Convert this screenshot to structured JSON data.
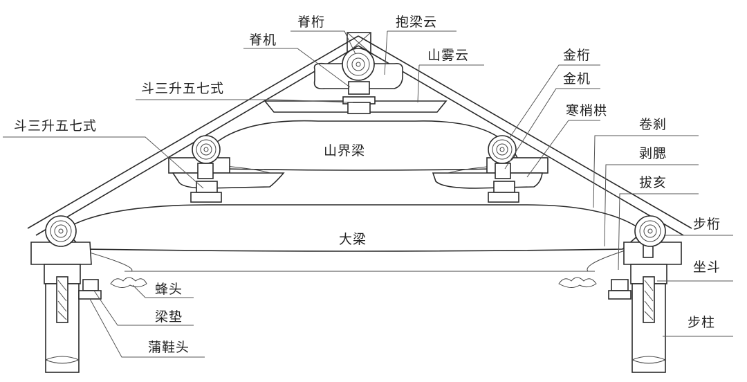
{
  "labels": {
    "jiheng": "脊桁",
    "baoliangyun": "抱梁云",
    "jiji": "脊机",
    "shanwuyun": "山雾云",
    "dousan_upper": "斗三升五七式",
    "dousan_lower": "斗三升五七式",
    "jinheng": "金桁",
    "jinji": "金机",
    "hanshaogong": "寒梢栱",
    "juansha": "卷刹",
    "baosai": "剥腮",
    "bahai": "拔亥",
    "buheng": "步桁",
    "zuodou": "坐斗",
    "buzhu": "步柱",
    "fengtou": "蜂头",
    "liangdian": "梁垫",
    "puxietou": "蒲鞋头",
    "shanjieliang": "山界梁",
    "daliang": "大梁"
  }
}
